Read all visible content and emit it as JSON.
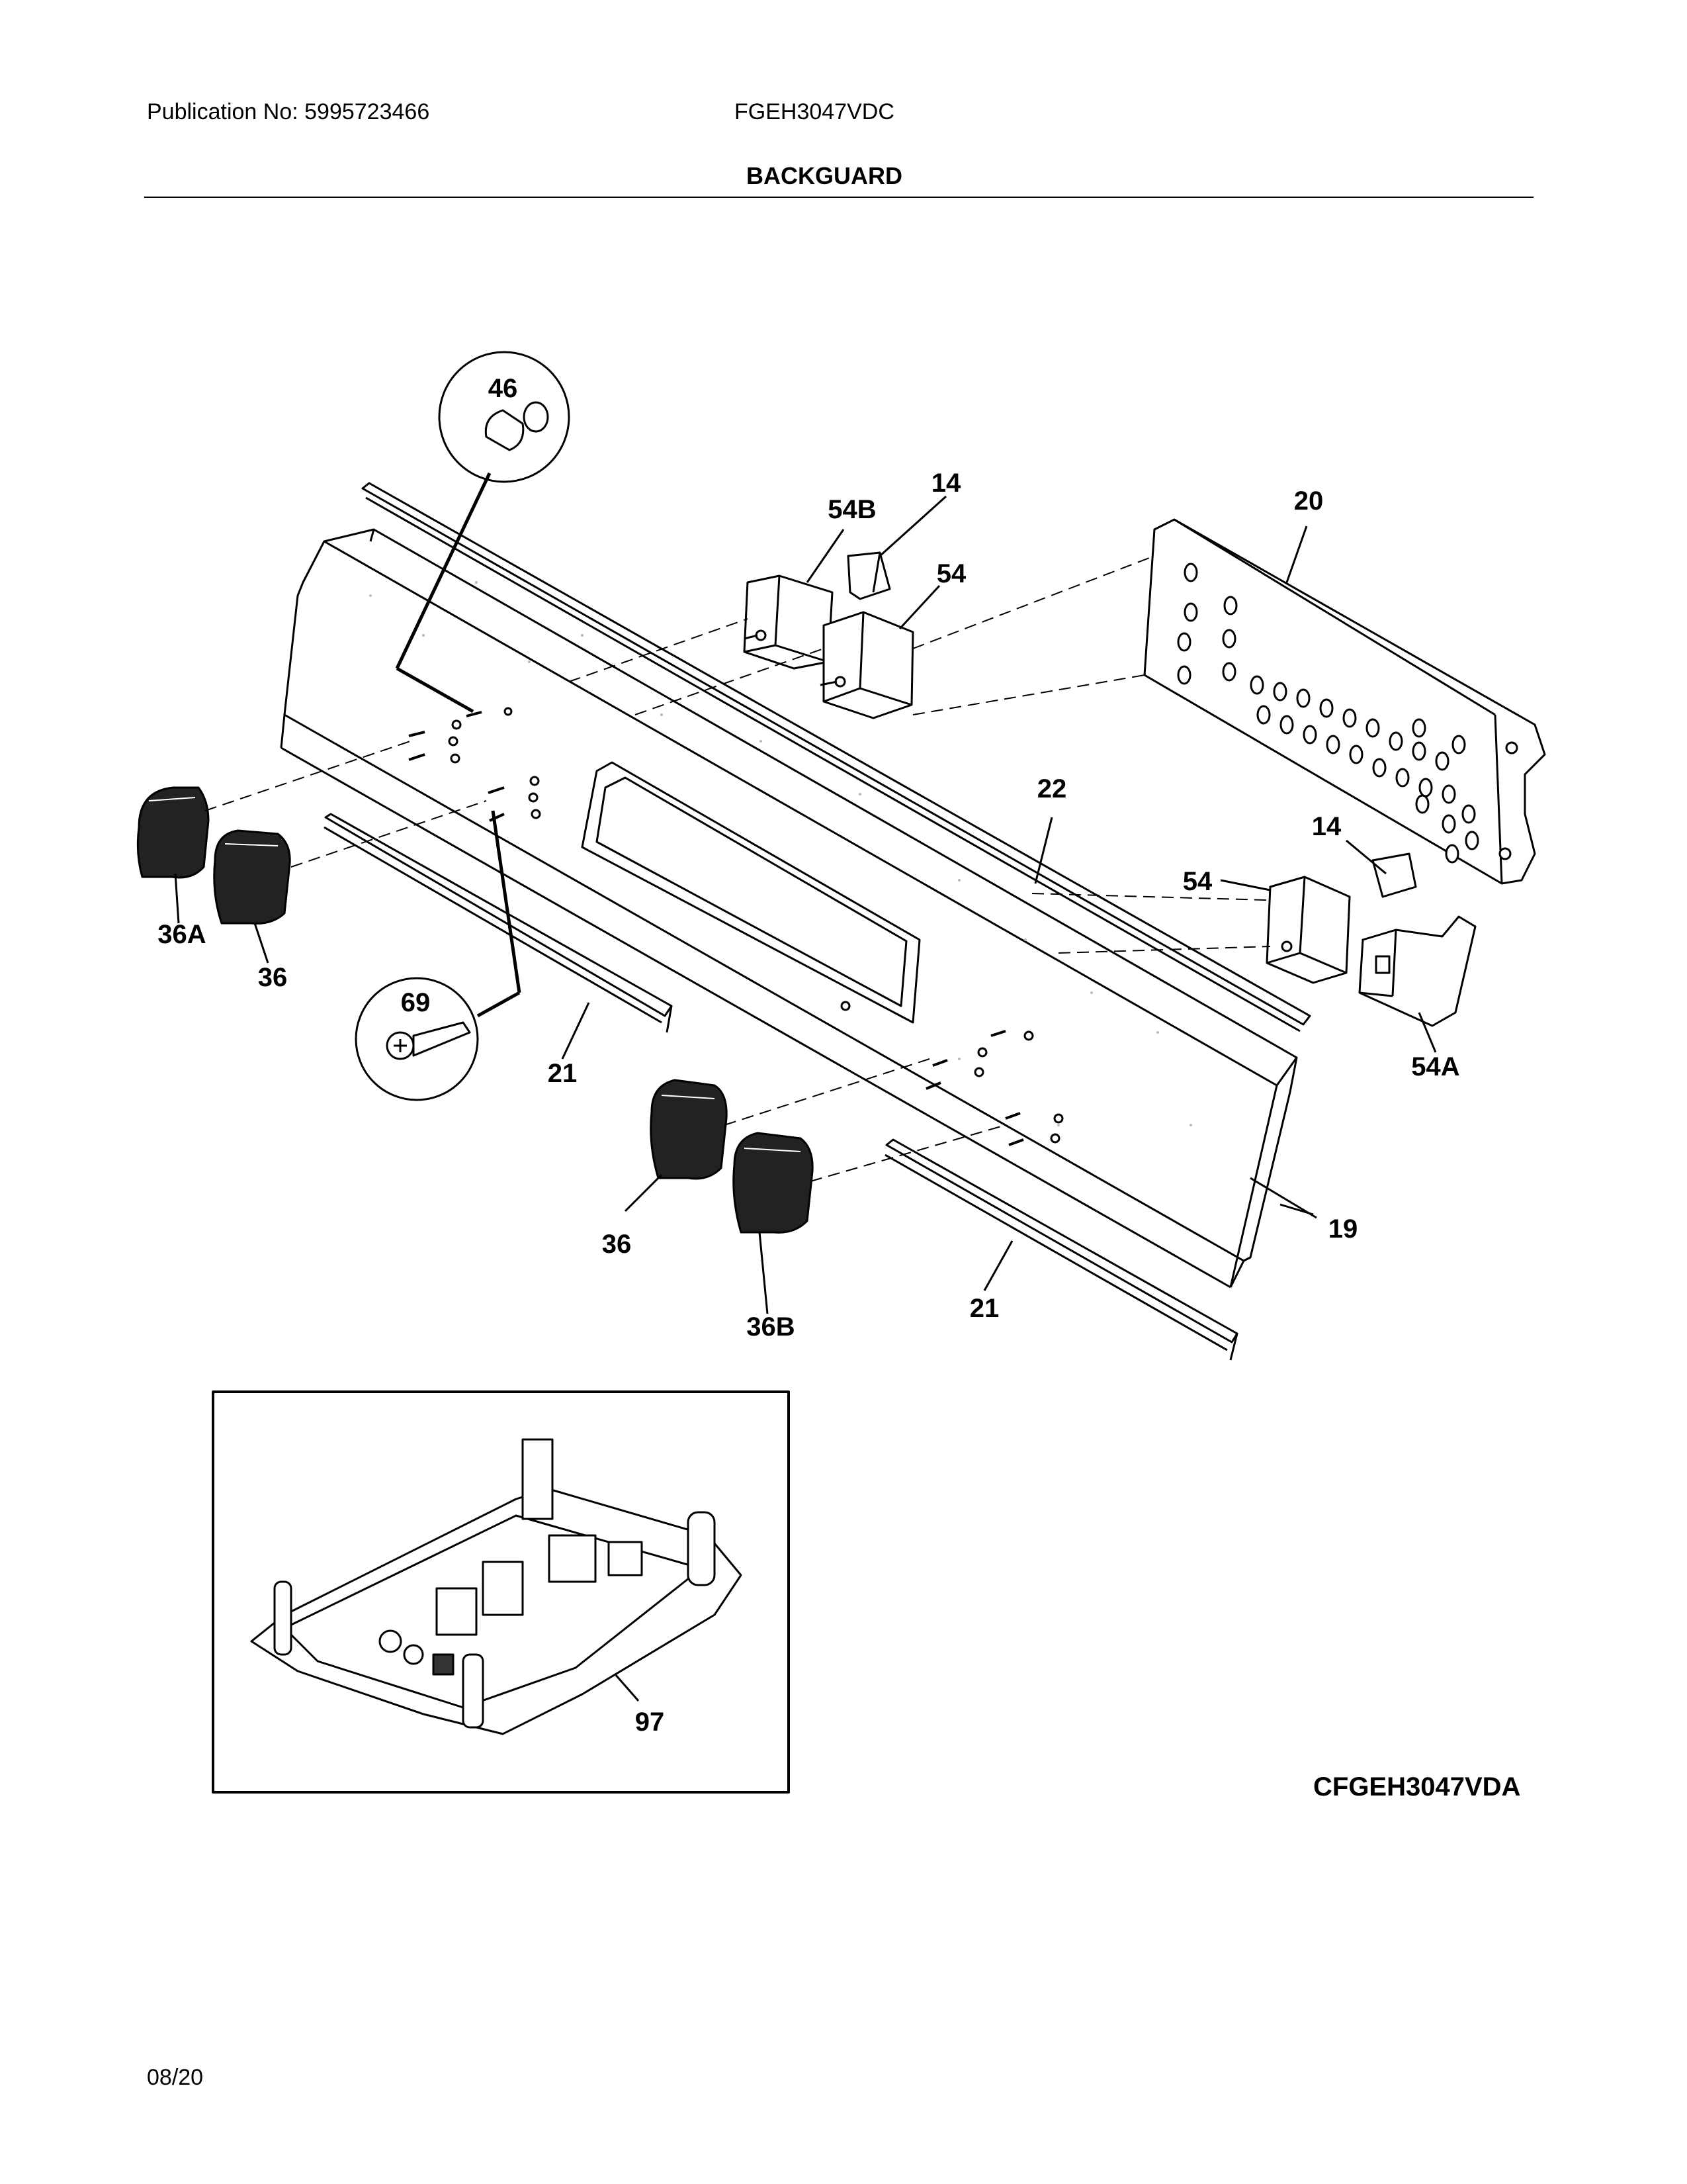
{
  "header": {
    "publication": "Publication No: 5995723466",
    "model": "FGEH3047VDC",
    "section_title": "BACKGUARD"
  },
  "callouts": {
    "c46": "46",
    "c14a": "14",
    "c54b": "54B",
    "c54a_top": "54",
    "c20": "20",
    "c22": "22",
    "c14b": "14",
    "c54b_mid": "54",
    "c54a": "54A",
    "c36a": "36A",
    "c36_left": "36",
    "c69": "69",
    "c21_left": "21",
    "c36_center": "36",
    "c36b": "36B",
    "c21_right": "21",
    "c19": "19",
    "c97": "97"
  },
  "footer": {
    "date": "08/20",
    "diagram_code": "CFGEH3047VDA"
  }
}
